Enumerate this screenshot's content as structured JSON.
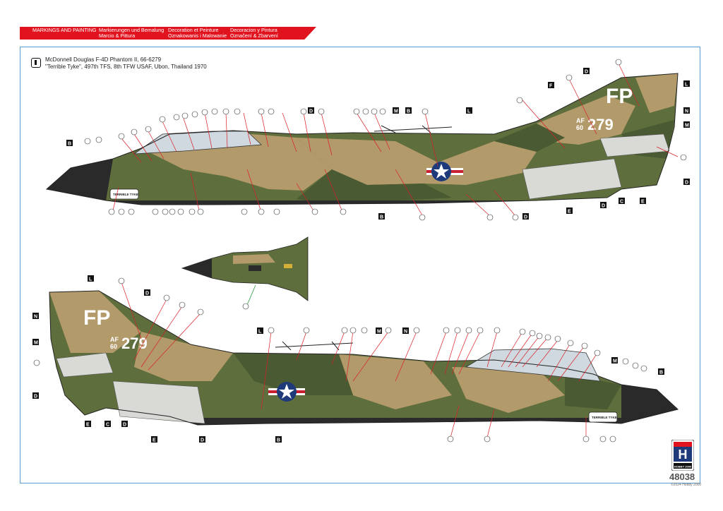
{
  "banner": {
    "col1": {
      "line1": "MARKINGS AND PAINTING",
      "line2": ""
    },
    "col2": {
      "line1": "Markierungen und Bemalung",
      "line2": "Marcio & Pittura"
    },
    "col3": {
      "line1": "Decoration et Peinture",
      "line2": "Oznakowanis i Malowanie"
    },
    "col4": {
      "line1": "Decoracion y Pintura",
      "line2": "Označení & Zbarvení"
    }
  },
  "scheme": {
    "line1": "McDonnell Douglas F-4D Phantom II, 66-6279",
    "line2": "\"Terrible Tyke\", 497th TFS, 8th TFW USAF, Ubon, Thailand 1970"
  },
  "tail_code": "FP",
  "tail_af": "AF",
  "tail_year": "60",
  "tail_serial": "279",
  "nose_art": "TERRIBLE TYKE",
  "letter_callouts": {
    "top": [
      "B",
      "D",
      "L",
      "N",
      "M",
      "F",
      "D",
      "M",
      "B",
      "L",
      "D",
      "D",
      "C",
      "E",
      "E",
      "D",
      "B"
    ],
    "bottom": [
      "L",
      "N",
      "M",
      "D",
      "D",
      "E",
      "C",
      "D",
      "E",
      "D",
      "B",
      "L",
      "N",
      "M",
      "M",
      "B"
    ]
  },
  "colors": {
    "dark_green": "#4a5a32",
    "medium_green": "#5e6e3c",
    "tan": "#b39a6a",
    "underside": "#d9dad6",
    "radome": "#2a2a2a",
    "callout_line": "#d91f26",
    "frame": "#5a9bd3",
    "banner": "#e0131f"
  },
  "brand": {
    "logo_letter": "H",
    "logo_caption": "HOBBY 2000"
  },
  "product_code": "48038",
  "copyright": "©2024 Hobby 2000"
}
